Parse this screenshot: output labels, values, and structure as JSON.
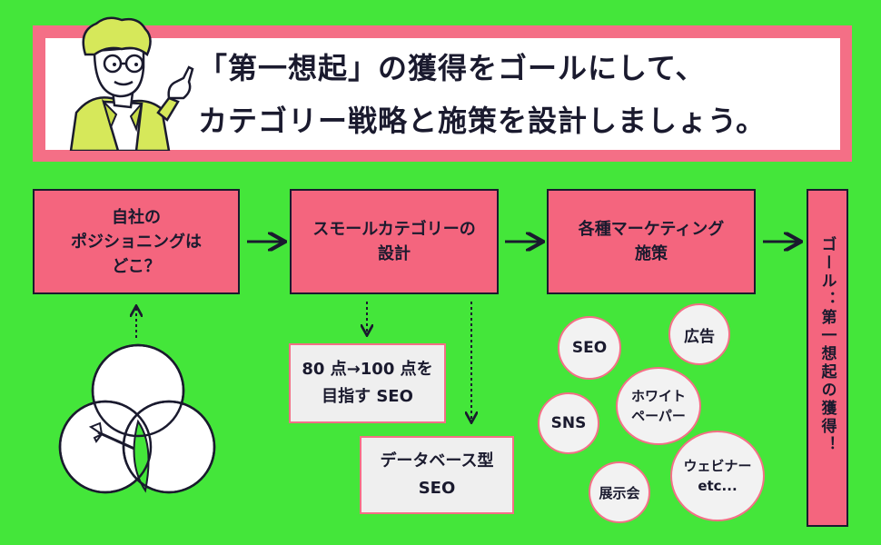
{
  "banner": {
    "line1": "「第一想起」の獲得をゴールにして、",
    "line2": "カテゴリー戦略と施策を設計しましょう。"
  },
  "flow": {
    "step1": "自社の\nポジショニングは\nどこ？",
    "step2": "スモールカテゴリーの\n設計",
    "step3": "各種マーケティング\n施策"
  },
  "sub": {
    "seo_score": "80 点→100 点を\n目指す SEO",
    "database_seo": "データベース型\nSEO"
  },
  "tactics": {
    "seo": "SEO",
    "ad": "広告",
    "sns": "SNS",
    "whitepaper": "ホワイト\nペーパー",
    "expo": "展示会",
    "webinar": "ウェビナー\netc..."
  },
  "goal": "ゴール：第一想起の獲得！",
  "colors": {
    "background": "#44e63a",
    "pink": "#f46f86",
    "dark": "#1a1a2e"
  }
}
